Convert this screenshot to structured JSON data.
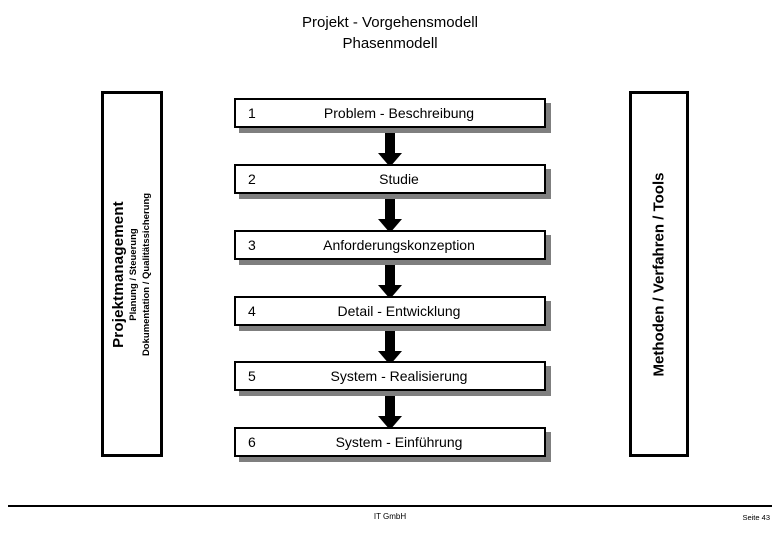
{
  "title": {
    "line1": "Projekt - Vorgehensmodell",
    "line2": "Phasenmodell"
  },
  "left_panel": {
    "main_label": "Projektmanagement",
    "sub_label_1": "Planung / Steuerung",
    "sub_label_2": "Dokumentation / Qualitätssicherung"
  },
  "right_panel": {
    "label": "Methoden / Verfahren / Tools"
  },
  "phases": [
    {
      "number": "1",
      "label": "Problem - Beschreibung"
    },
    {
      "number": "2",
      "label": "Studie"
    },
    {
      "number": "3",
      "label": "Anforderungskonzeption"
    },
    {
      "number": "4",
      "label": "Detail - Entwicklung"
    },
    {
      "number": "5",
      "label": "System - Realisierung"
    },
    {
      "number": "6",
      "label": "System - Einführung"
    }
  ],
  "footer": {
    "center": "IT GmbH",
    "page": "Seite 43"
  },
  "colors": {
    "outline": "#000000",
    "shadow": "#7f7f7f",
    "background": "#ffffff"
  }
}
